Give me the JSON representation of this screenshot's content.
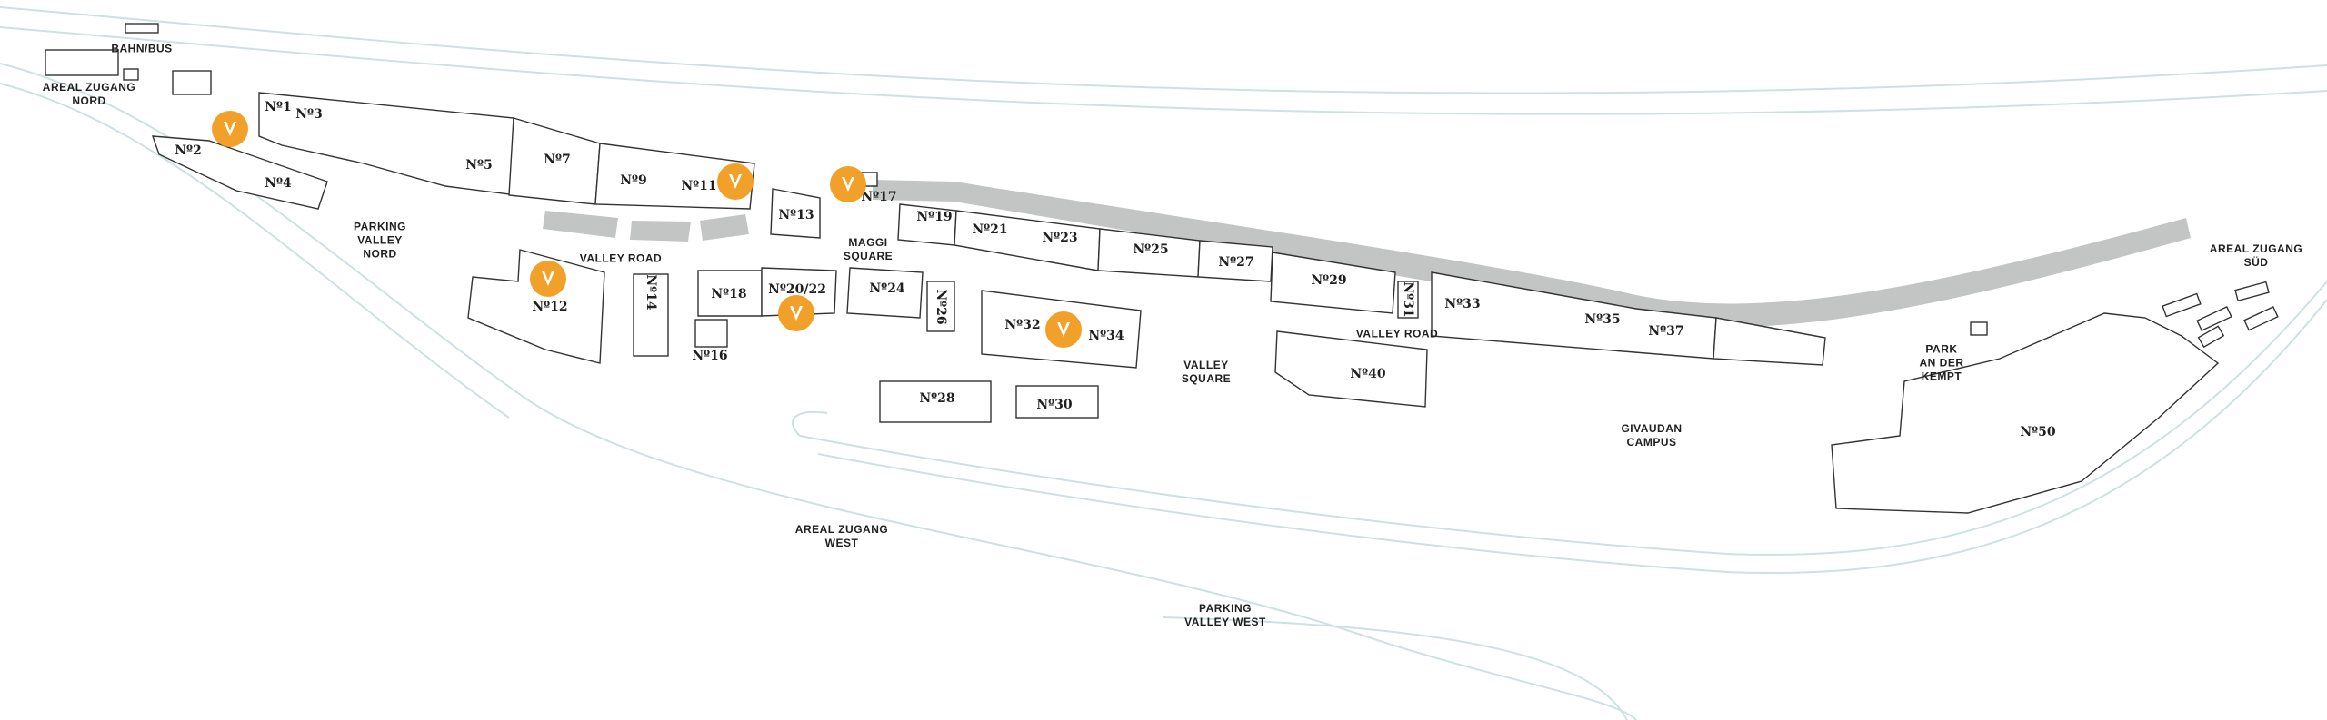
{
  "colors": {
    "road_outline": "#cfe0e3",
    "building_stroke": "#333333",
    "promenade": "#c3c5c4",
    "marker": "#f1a129",
    "marker_glyph": "#ffffff",
    "text": "#1f1f1f"
  },
  "icons": {
    "marker": "v-logo-icon"
  },
  "area_labels": {
    "bahn_bus": [
      "BAHN/BUS"
    ],
    "areal_zugang_nord": [
      "AREAL ZUGANG",
      "NORD"
    ],
    "parking_valley_nord": [
      "PARKING",
      "VALLEY",
      "NORD"
    ],
    "valley_road_west": [
      "VALLEY ROAD"
    ],
    "maggi_square": [
      "MAGGI",
      "SQUARE"
    ],
    "valley_square": [
      "VALLEY",
      "SQUARE"
    ],
    "valley_road_east": [
      "VALLEY ROAD"
    ],
    "areal_zugang_west": [
      "AREAL ZUGANG",
      "WEST"
    ],
    "parking_valley_west": [
      "PARKING",
      "VALLEY WEST"
    ],
    "givaudan_campus": [
      "GIVAUDAN",
      "CAMPUS"
    ],
    "park_an_der_kempt": [
      "PARK",
      "AN DER",
      "KEMPT"
    ],
    "areal_zugang_sued": [
      "AREAL ZUGANG",
      "SÜD"
    ]
  },
  "buildings": {
    "n1": "Nº1",
    "n2": "Nº2",
    "n3": "Nº3",
    "n4": "Nº4",
    "n5": "Nº5",
    "n7": "Nº7",
    "n9": "Nº9",
    "n11": "Nº11",
    "n12": "Nº12",
    "n13": "Nº13",
    "n14": "Nº14",
    "n16": "Nº16",
    "n17": "Nº17",
    "n18": "Nº18",
    "n19": "Nº19",
    "n20_22": "Nº20/22",
    "n21": "Nº21",
    "n23": "Nº23",
    "n24": "Nº24",
    "n25": "Nº25",
    "n26": "Nº26",
    "n27": "Nº27",
    "n28": "Nº28",
    "n29": "Nº29",
    "n30": "Nº30",
    "n31": "Nº31",
    "n32": "Nº32",
    "n33": "Nº33",
    "n34": "Nº34",
    "n35": "Nº35",
    "n37": "Nº37",
    "n40": "Nº40",
    "n50": "Nº50"
  },
  "markers": [
    "n1",
    "n11",
    "n17",
    "n12",
    "n20_22",
    "n34"
  ]
}
